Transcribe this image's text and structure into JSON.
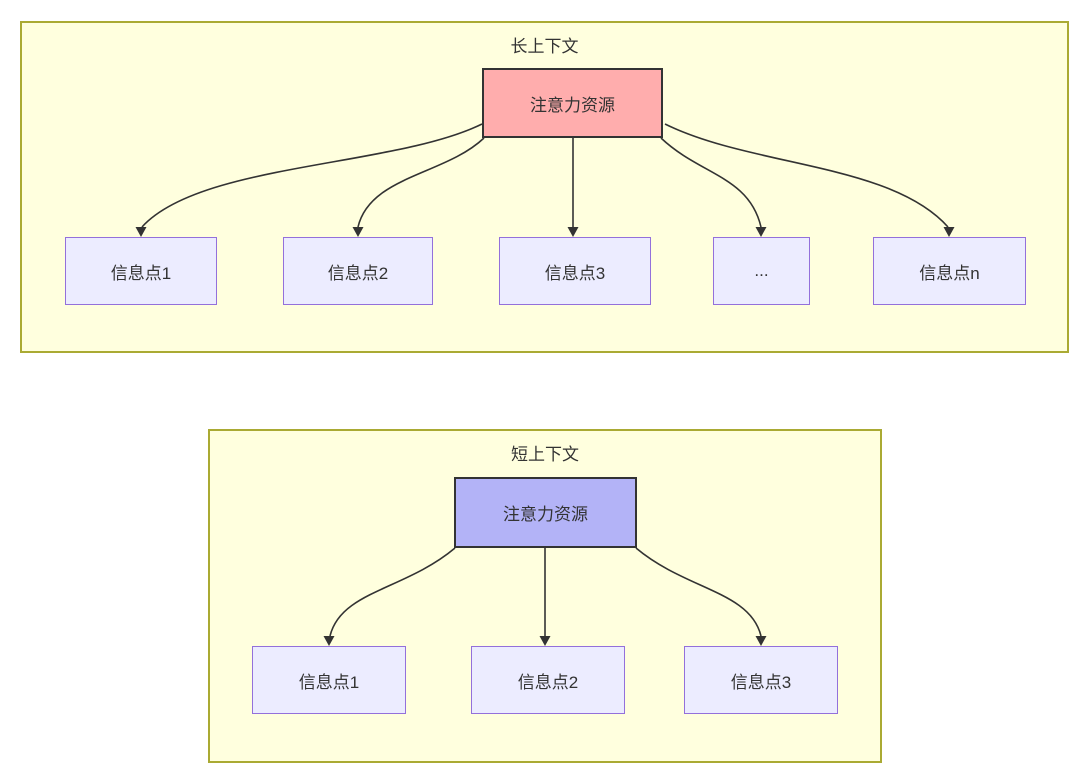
{
  "long_context": {
    "title": "长上下文",
    "attention_node": "注意力资源",
    "info_nodes": [
      "信息点1",
      "信息点2",
      "信息点3",
      "...",
      "信息点n"
    ]
  },
  "short_context": {
    "title": "短上下文",
    "attention_node": "注意力资源",
    "info_nodes": [
      "信息点1",
      "信息点2",
      "信息点3"
    ]
  },
  "colors": {
    "container_fill": "#ffffde",
    "container_border": "#aaaa33",
    "node_fill": "#ececff",
    "node_border": "#9370db",
    "long_attention_fill": "#ffadad",
    "short_attention_fill": "#b3b3f7",
    "attention_border": "#333333",
    "edge_color": "#333333",
    "text_color": "#333333"
  }
}
